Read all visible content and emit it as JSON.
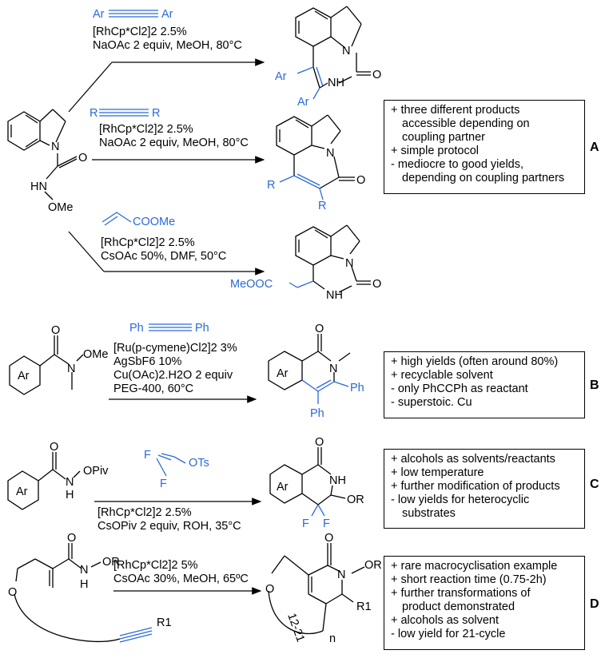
{
  "sections": {
    "A": {
      "tag": "A",
      "reactions": [
        {
          "reagent": "Ar—≡—Ar",
          "line1": "[RhCp*Cl2]2 2.5%",
          "line2": "NaOAc 2 equiv, MeOH, 80°C"
        },
        {
          "reagent": "R—≡—R",
          "line1": "[RhCp*Cl2]2 2.5%",
          "line2": "NaOAc 2 equiv, MeOH, 80°C"
        },
        {
          "reagent": "COOMe",
          "line1": "[RhCp*Cl2]2 2.5%",
          "line2": "CsOAc 50%, DMF, 50°C"
        }
      ],
      "notes": [
        "+ three different products",
        "accessible depending on",
        "coupling partner",
        "+ simple protocol",
        "- mediocre to good yields,",
        "depending on coupling partners"
      ]
    },
    "B": {
      "tag": "B",
      "reagent": "Ph—≡—Ph",
      "conditions": [
        "[Ru(p-cymene)Cl2]2 3%",
        "AgSbF6 10%",
        "Cu(OAc)2.H2O 2 equiv",
        "PEG-400, 60°C"
      ],
      "notes": [
        "+ high yields (often around 80%)",
        "+ recyclable solvent",
        "- only PhCCPh as reactant",
        "- superstoic. Cu"
      ]
    },
    "C": {
      "tag": "C",
      "reagent": "OTs",
      "conditions": [
        "[RhCp*Cl2]2 2.5%",
        "CsOPiv 2 equiv, ROH, 35°C"
      ],
      "notes": [
        "+ alcohols as solvents/reactants",
        "+ low temperature",
        "+ further modification of products",
        "- low yields for heterocyclic",
        "substrates"
      ]
    },
    "D": {
      "tag": "D",
      "conditions": [
        "[RhCp*Cl2]2 5%",
        "CsOAc 30%, MeOH, 65ºC"
      ],
      "notes": [
        "+ rare macrocyclisation example",
        "+ short reaction time (0.75-2h)",
        "+ further transformations of",
        "product demonstrated",
        "+ alcohols as solvent",
        "- low yield for 21-cycle"
      ]
    }
  },
  "atoms": {
    "N": "N",
    "O": "O",
    "NH": "NH",
    "HN": "HN",
    "H": "H",
    "OMe": "OMe",
    "Ar": "Ar",
    "R": "R",
    "Ph": "Ph",
    "F": "F",
    "OR": "OR",
    "OPiv": "OPiv",
    "MeOOC": "MeOOC",
    "ring": "12-21",
    "n": "n",
    "R1": "R1"
  }
}
